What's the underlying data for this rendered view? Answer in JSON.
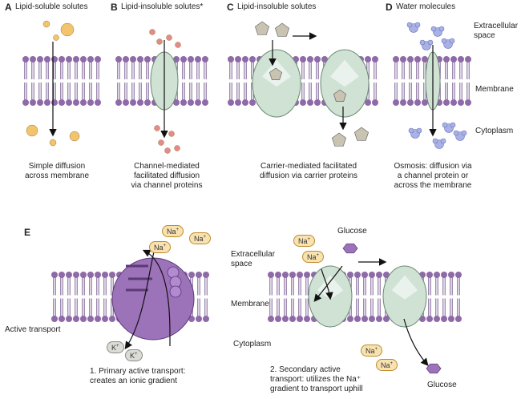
{
  "panels": {
    "A": {
      "letter": "A",
      "title": "Lipid-soluble solutes",
      "caption": [
        "Simple diffusion",
        "across membrane"
      ]
    },
    "B": {
      "letter": "B",
      "title": "Lipid-insoluble solutes*",
      "caption": [
        "Channel-mediated",
        "facilitated diffusion",
        "via channel proteins"
      ]
    },
    "C": {
      "letter": "C",
      "title": "Lipid-insoluble solutes",
      "caption": [
        "Carrier-mediated facilitated",
        "diffusion via carrier proteins"
      ]
    },
    "D": {
      "letter": "D",
      "title": "Water molecules",
      "side_labels": {
        "extracellular": [
          "Extracellular",
          "space"
        ],
        "membrane": "Membrane",
        "cytoplasm": "Cytoplasm"
      },
      "caption": [
        "Osmosis: diffusion via",
        "a channel protein or",
        "across the membrane"
      ]
    },
    "E": {
      "letter": "E",
      "active_label": "Active transport",
      "side_labels": {
        "extracellular": [
          "Extracellular",
          "space"
        ],
        "membrane": "Membrane",
        "cytoplasm": "Cytoplasm"
      },
      "glucose_top": "Glucose",
      "glucose_bottom": "Glucose",
      "ion_na": "Na",
      "ion_k": "K",
      "ion_charge": "+",
      "caption_primary": [
        "1. Primary active transport:",
        "creates an ionic gradient"
      ],
      "caption_secondary": [
        "2. Secondary active",
        "transport: utilizes the Na⁺",
        "gradient to transport uphill"
      ]
    }
  },
  "colors": {
    "lipid_head": "#8e6aa8",
    "lipid_tail": "#6a4a86",
    "channel": "#cfe2d4",
    "solute_a": "#f2c46d",
    "solute_b": "#e58a8a",
    "solute_c": "#c9c3b2",
    "water": "#a9b2e6",
    "pump": "#9c72b8",
    "glucose": "#9c72b8"
  }
}
